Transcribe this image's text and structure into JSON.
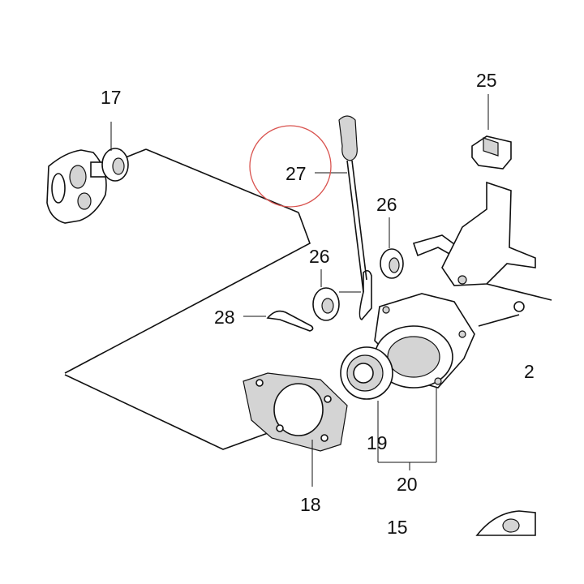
{
  "callouts": {
    "l15": "15",
    "l17": "17",
    "l18": "18",
    "l19": "19",
    "l20": "20",
    "l25": "25",
    "l26a": "26",
    "l26b": "26",
    "l27": "27",
    "l28": "28",
    "l2_partial": "2"
  },
  "highlight": {
    "label": "27",
    "color": "#d9534f"
  }
}
